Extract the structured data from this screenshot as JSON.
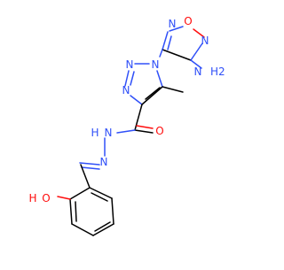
{
  "molecule": {
    "atom_labels": {
      "furazan_n_top": "N",
      "furazan_o": "O",
      "furazan_n_right": "N",
      "amine_n": "N",
      "amine_h2": "H2",
      "triazole_n1": "N",
      "triazole_n2": "N",
      "triazole_n3": "N",
      "carbonyl_o": "O",
      "hydrazone_nh_n": "N",
      "hydrazone_nh_h": "H",
      "hydrazone_n": "N",
      "hydroxyl_h": "H",
      "hydroxyl_o": "O",
      "methyl": "/"
    },
    "colors": {
      "nitrogen": "#3050F8",
      "oxygen": "#FF0D0D",
      "carbon": "#000000"
    }
  }
}
